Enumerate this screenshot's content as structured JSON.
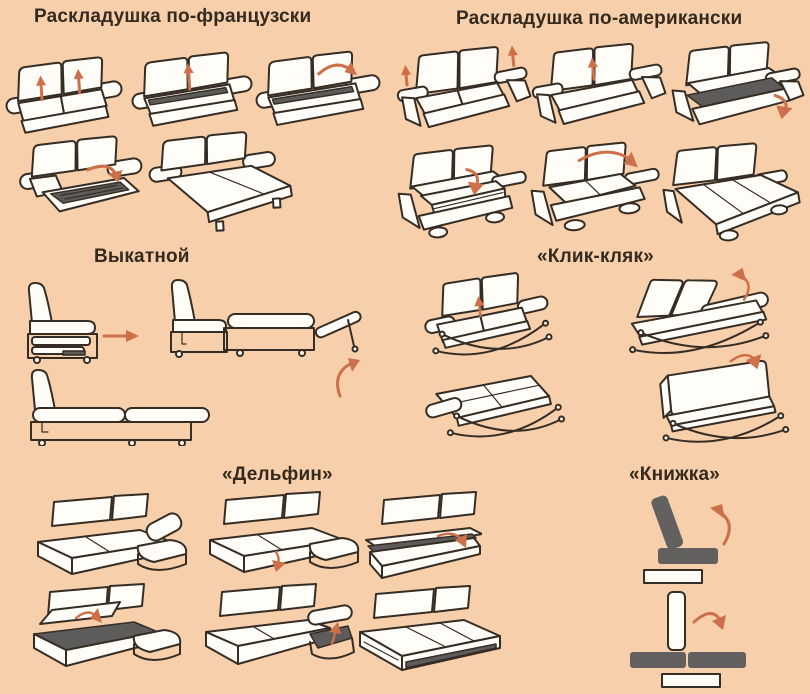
{
  "infographic": {
    "background_color": "#f7cfab",
    "line_color": "#352d24",
    "arrow_color": "#cd6f48",
    "dark_fill_color": "#5e5c5a",
    "schematic_gray_color": "#636160",
    "text_color": "#342a1e"
  },
  "sections": [
    {
      "id": "french-foldout",
      "title": "Раскладушка по-французски",
      "steps": [
        "sofa-seat-cushions-lift-arrows",
        "sofa-deck-exposed-arrow-up",
        "sofa-deck-unfold-arc-arrow",
        "sofa-frame-folding-out",
        "sofa-bed-fully-extended"
      ]
    },
    {
      "id": "american-foldout",
      "title": "Раскладушка по-американски",
      "steps": [
        "sofa-armrest-lift-arrows",
        "sofa-seat-lift-arrow",
        "sofa-open-storage-dark-interior",
        "sofa-folded-bed-inside",
        "sofa-mattress-unfolding-arc",
        "sofa-bed-fully-extended"
      ]
    },
    {
      "id": "roll-out",
      "title": "Выкатной",
      "steps": [
        "side-view-compact",
        "arrow-right",
        "side-view-rolling-out",
        "side-view-bed-flat",
        "arc-arrow-up"
      ]
    },
    {
      "id": "click-clack",
      "title": "«Клик-кляк»",
      "steps": [
        "sofa-seat-arrow-up",
        "sofa-backrest-folding-arc",
        "bed-flat-on-runner-legs",
        "backrest-flip-arc-arrow"
      ]
    },
    {
      "id": "dolphin",
      "title": "«Дельфин»",
      "steps": [
        "corner-sofa-with-pillow",
        "corner-sofa-pull-down-arrow",
        "corner-sofa-section-sliding-out",
        "corner-sofa-open-storage-dark",
        "corner-sofa-lift-section-arrow",
        "corner-sofa-bed-assembled"
      ]
    },
    {
      "id": "book",
      "title": "«Книжка»",
      "steps": [
        "schematic-sofa-position-arc-arrow",
        "schematic-flat-position-arc-arrow"
      ]
    }
  ]
}
